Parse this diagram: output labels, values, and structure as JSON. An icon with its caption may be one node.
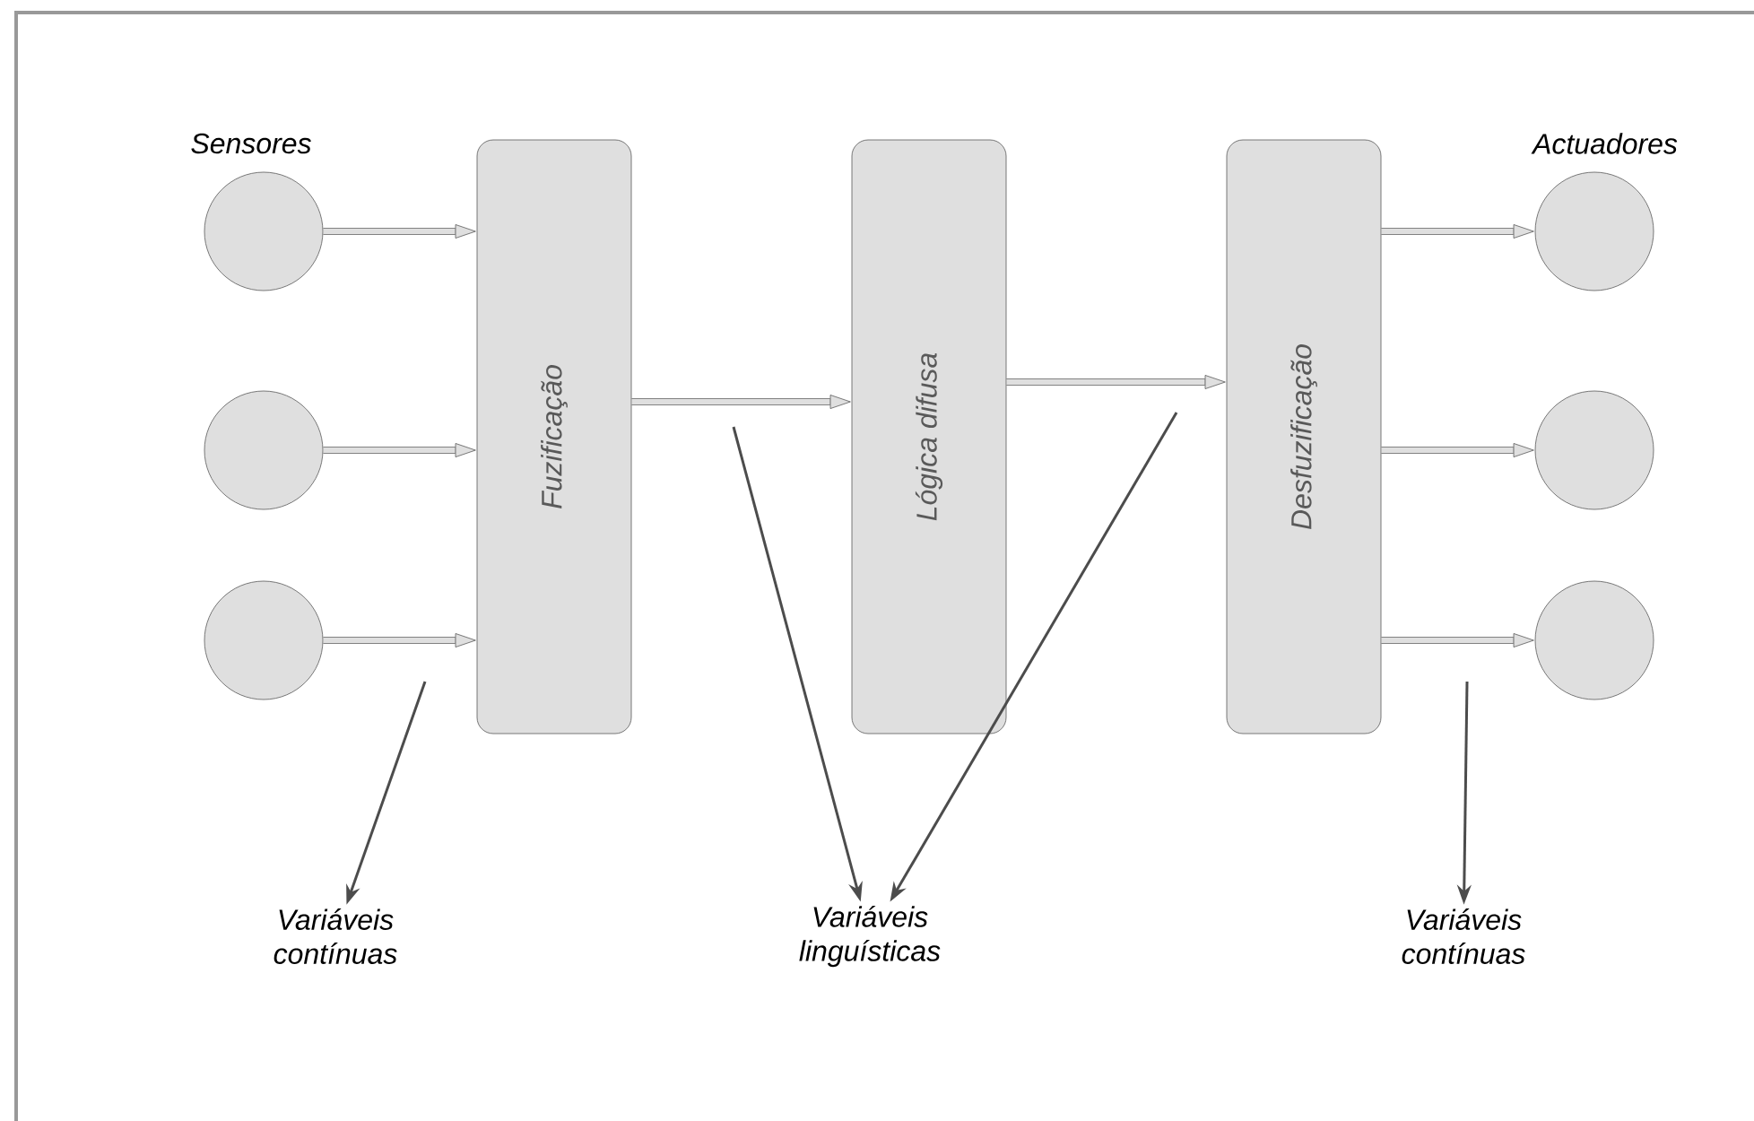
{
  "diagram": {
    "nodes": [
      {
        "text": [],
        "shape": "circle"
      },
      {
        "text": [],
        "shape": "circle"
      },
      {
        "text": [],
        "shape": "circle"
      },
      {
        "text": [
          "Fuzificação"
        ]
      },
      {
        "text": [
          "Lógica difusa"
        ]
      },
      {
        "text": [
          "Desfuzificação"
        ]
      },
      {
        "text": [],
        "shape": "circle"
      },
      {
        "text": [],
        "shape": "circle"
      },
      {
        "text": [],
        "shape": "circle"
      },
      {
        "text": [
          "Variáveis contínuas"
        ]
      },
      {
        "text": [
          "Variáveis linguísticas"
        ]
      },
      {
        "text": [
          "Variáveis contínuas"
        ]
      }
    ],
    "edges": [
      {
        "from": 0,
        "to": 3,
        "arrow": "to"
      },
      {
        "from": 1,
        "to": 3,
        "arrow": "to"
      },
      {
        "from": 2,
        "to": 3,
        "arrow": "to"
      },
      {
        "from": 3,
        "to": 4,
        "arrow": "to"
      },
      {
        "from": 4,
        "to": 5,
        "arrow": "to"
      },
      {
        "from": 5,
        "to": 6,
        "arrow": "to"
      },
      {
        "from": 5,
        "to": 7,
        "arrow": "to"
      },
      {
        "from": 5,
        "to": 8,
        "arrow": "to"
      },
      {
        "from": null,
        "to": 9,
        "arrow": "to"
      },
      {
        "from": null,
        "to": 10,
        "arrow": "to"
      },
      {
        "from": null,
        "to": 10,
        "arrow": "to"
      },
      {
        "from": null,
        "to": 11,
        "arrow": "to"
      }
    ],
    "labels": [
      "Sensores",
      "Actuadores"
    ]
  }
}
